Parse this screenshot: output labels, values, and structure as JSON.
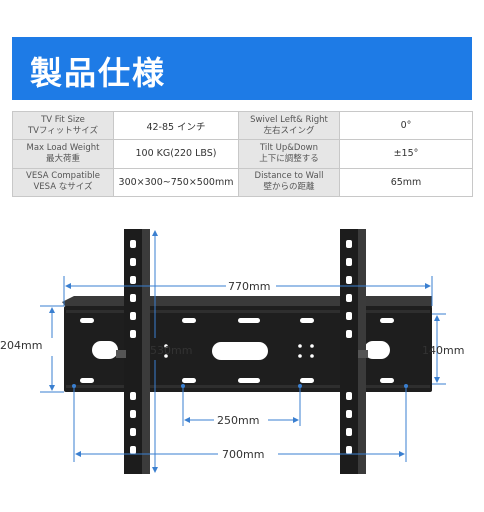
{
  "banner": {
    "title": "製品仕様"
  },
  "specs": [
    [
      {
        "label_en": "TV Fit Size",
        "label_ja": "TVフィットサイズ",
        "value": "42-85 インチ"
      },
      {
        "label_en": "Swivel Left& Right",
        "label_ja": "左右スイング",
        "value": "0°"
      }
    ],
    [
      {
        "label_en": "Max Load Weight",
        "label_ja": "最大荷重",
        "value": "100 KG(220 LBS)"
      },
      {
        "label_en": "Tilt Up&Down",
        "label_ja": "上下に調整する",
        "value": "±15°"
      }
    ],
    [
      {
        "label_en": "VESA Compatible",
        "label_ja": "VESA なサイズ",
        "value": "300×300~750×500mm"
      },
      {
        "label_en": "Distance to Wall",
        "label_ja": "壁からの距離",
        "value": "65mm"
      }
    ]
  ],
  "dimensions": {
    "width_770": "770mm",
    "height_204": "204mm",
    "height_530": "530mm",
    "height_140": "140mm",
    "width_250": "250mm",
    "width_700": "700mm"
  },
  "colors": {
    "banner": "#1e7be6",
    "dimension_line": "#3a7fd0",
    "bracket": "#222222"
  }
}
